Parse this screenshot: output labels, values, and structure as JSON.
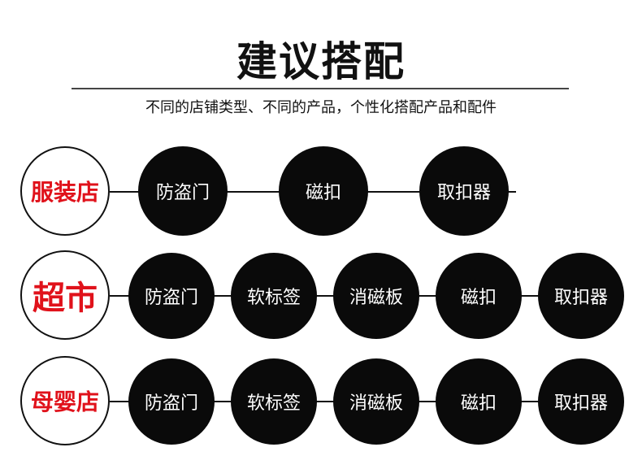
{
  "title": "建议搭配",
  "subtitle": "不同的店铺类型、不同的产品，个性化搭配产品和配件",
  "accent_color": "#e0121b",
  "rows": [
    {
      "store": "服装店",
      "items": [
        "防盗门",
        "磁扣",
        "取扣器"
      ]
    },
    {
      "store": "超市",
      "items": [
        "防盗门",
        "软标签",
        "消磁板",
        "磁扣",
        "取扣器"
      ]
    },
    {
      "store": "母婴店",
      "items": [
        "防盗门",
        "软标签",
        "消磁板",
        "磁扣",
        "取扣器"
      ]
    }
  ]
}
